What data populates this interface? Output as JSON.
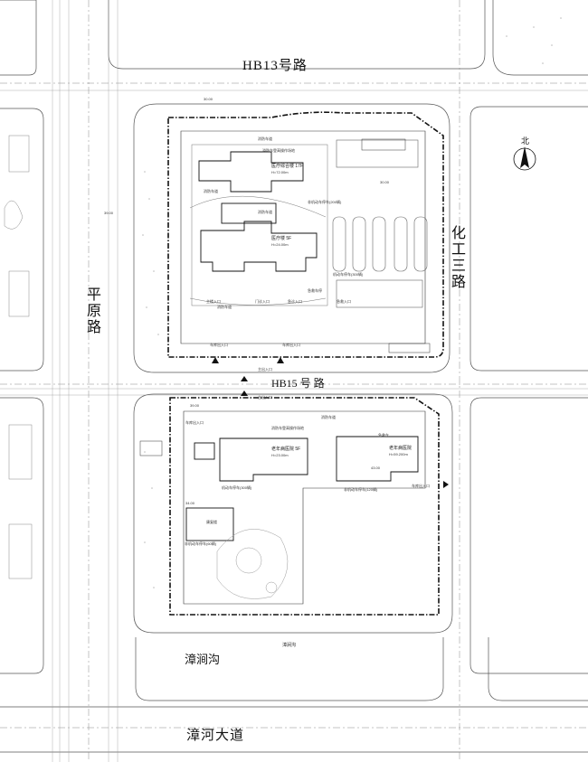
{
  "roads": {
    "hb13": "HB13号路",
    "hb15": "HB15 号 路",
    "pingyuan": [
      "平",
      "原",
      "路"
    ],
    "huagong": [
      "化",
      "工",
      "三",
      "路"
    ],
    "zhanghe": "漳河大道",
    "zhangjiangou": "漳涧沟",
    "zhangjiangou_small": "漳涧沟"
  },
  "compass": {
    "north": "北"
  },
  "north_site": {
    "building_top": "医疗综合楼 17F",
    "building_top_sub": "H=72.00m",
    "building_mid": "医疗楼 5F",
    "building_mid_sub": "H=24.00m",
    "fire_lane_1": "消防车道",
    "fire_lane_2": "消防车道",
    "fire_lane_3": "消防车道",
    "fire_lane_4": "消防车道",
    "parking_1": "非机动车停车(200辆)",
    "parking_2": "机动车停车(300辆)",
    "parking_3": "急救车停",
    "fire_rescue": "消防车登高操作场地",
    "entrance_main": "主楼入口",
    "entrance_2": "门诊入口",
    "entrance_3": "急诊入口",
    "entrance_4": "急救入口",
    "ramp_1": "车库出入口",
    "ramp_2": "车库出入口",
    "gate": "主出入口",
    "dim_1": "30.00",
    "dim_2": "39.00",
    "dim_3": "30.00"
  },
  "south_site": {
    "gate": "主出入口",
    "fire_rescue": "消防车登高操作场地",
    "fire_lane": "消防车道",
    "elder_1": "老年病医院 5F",
    "elder_1_sub": "H=23.00m",
    "elder_2": "老年病医院",
    "elder_2_sub": "H=59.200m",
    "rehab": "康复楼",
    "parking_1": "机动车停车(300辆)",
    "parking_2": "非机动车停车(120辆)",
    "parking_3": "非机动车停车(60辆)",
    "ambulance": "急救车",
    "ramp_1": "车库出入口",
    "ramp_2": "车库出入口",
    "dim_1": "39.00",
    "dim_2": "43.00",
    "dim_3": "34.00"
  }
}
